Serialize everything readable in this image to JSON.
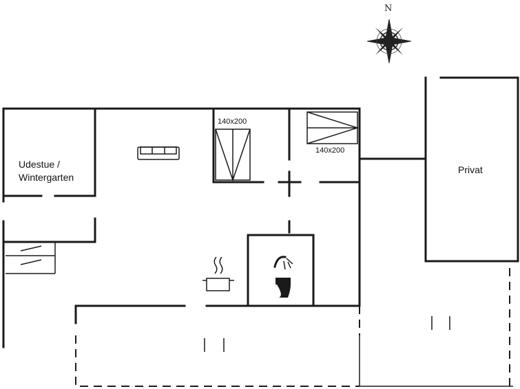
{
  "rooms": {
    "winter_garden": {
      "line1": "Udestue /",
      "line2": "Wintergarten"
    },
    "private": "Privat"
  },
  "beds": {
    "bed_1": "140x200",
    "bed_2": "140x200"
  },
  "compass": {
    "north": "N"
  }
}
